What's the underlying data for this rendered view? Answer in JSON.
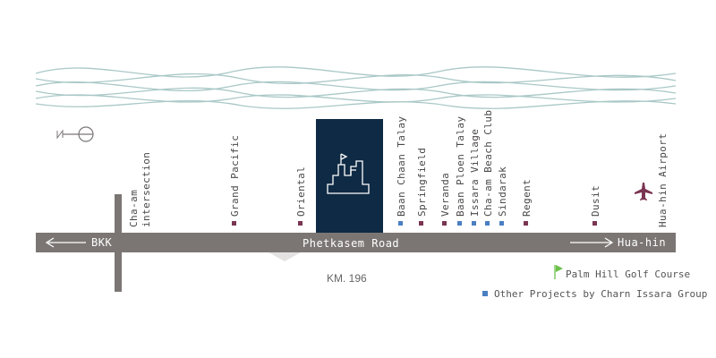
{
  "map": {
    "road_name": "Phetkasem Road",
    "left_destination": "BKK",
    "right_destination": "Hua-hin",
    "km_marker": "KM. 196",
    "intersection_label": [
      "Cha-am",
      "intersection"
    ],
    "airport_label": "Hua-hin Airport",
    "colors": {
      "road": "#7b7674",
      "project_block": "#0f2a44",
      "landmark_marker": "#7a3552",
      "charn_issara_marker": "#4a7fc2",
      "golf_flag": "#6cc04a",
      "airport_icon": "#7a3552",
      "sea_waves": "#a9c8c6"
    },
    "landmarks": [
      {
        "label": "Grand Pacific",
        "type": "landmark"
      },
      {
        "label": "Oriental",
        "type": "landmark"
      },
      {
        "label": "Baan Chaan Talay",
        "type": "charn_issara"
      },
      {
        "label": "Springfield",
        "type": "landmark"
      },
      {
        "label": "Veranda",
        "type": "landmark"
      },
      {
        "label": "Baan Ploen Talay",
        "type": "charn_issara"
      },
      {
        "label": "Issara Village",
        "type": "charn_issara"
      },
      {
        "label": "Cha-am Beach Club",
        "type": "charn_issara"
      },
      {
        "label": "Sindarak",
        "type": "charn_issara"
      },
      {
        "label": "Regent",
        "type": "landmark"
      },
      {
        "label": "Dusit",
        "type": "landmark"
      }
    ],
    "icons": {
      "compass": "north-compass-icon",
      "project": "castle-icon",
      "airport": "airplane-icon",
      "golf": "golf-flag-icon"
    }
  },
  "legend": {
    "golf": "Palm Hill Golf Course",
    "other_projects": "Other Projects by Charn Issara Group"
  }
}
